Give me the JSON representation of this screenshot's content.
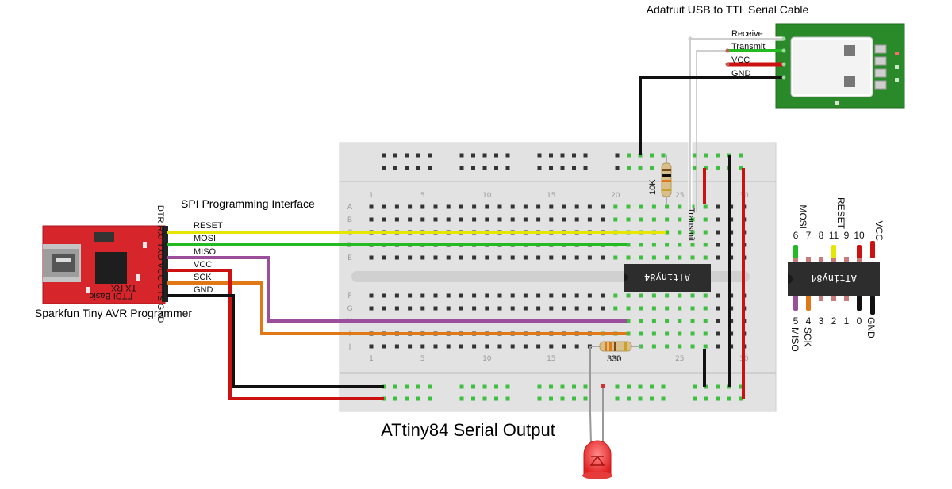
{
  "title": "ATtiny84 Serial Output",
  "serial_cable": {
    "title": "Adafruit USB to TTL Serial Cable",
    "wires": [
      "Receive",
      "Transmit",
      "VCC",
      "GND"
    ]
  },
  "spi": {
    "title": "SPI Programming Interface",
    "pins": [
      "RESET",
      "MOSI",
      "MISO",
      "VCC",
      "SCK",
      "GND"
    ]
  },
  "programmer": {
    "label": "Sparkfun Tiny AVR Programmer",
    "board_text": "FTDI Basic",
    "txrx_text": "TX  RX",
    "header_text": "DTR RXI TXO VCC CTS GND"
  },
  "breadboard": {
    "col_numbers": [
      "1",
      "5",
      "10",
      "15",
      "20",
      "25",
      "30"
    ],
    "row_letters_top": [
      "A",
      "B",
      "C",
      "D",
      "E"
    ],
    "row_letters_bottom": [
      "F",
      "G",
      "H",
      "I",
      "J"
    ]
  },
  "chip_label": "ATtiny84",
  "resistor_10k": "10K",
  "resistor_330": "330",
  "transmit_label": "Transmit",
  "pinout": {
    "top_numbers": [
      "6",
      "7",
      "8",
      "11",
      "9",
      "10"
    ],
    "bottom_numbers": [
      "5",
      "4",
      "3",
      "2",
      "1",
      "0"
    ],
    "top_names": [
      "MOSI",
      "RESET",
      "VCC"
    ],
    "bottom_names": [
      "MISO",
      "SCK",
      "GND"
    ]
  },
  "colors": {
    "yellow": "#e6e600",
    "green": "#22bb22",
    "purple": "#9b4f9b",
    "orange": "#e07818",
    "red": "#cc1111",
    "black": "#111111"
  }
}
